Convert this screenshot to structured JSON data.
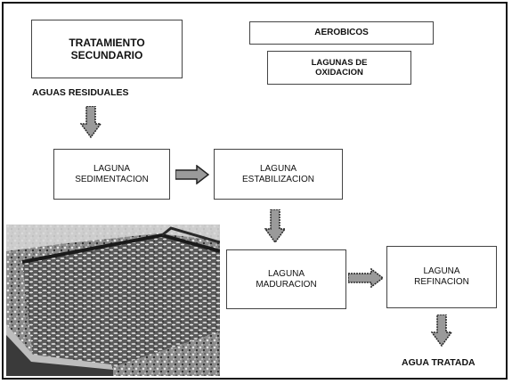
{
  "boxes": {
    "secondary_treatment": [
      "TRATAMIENTO",
      "SECUNDARIO"
    ],
    "aerobicos": [
      "AEROBICOS"
    ],
    "oxidation_lagoons": [
      "LAGUNAS DE",
      "OXIDACION"
    ],
    "sedimentation": [
      "LAGUNA",
      "SEDIMENTACION"
    ],
    "stabilization": [
      "LAGUNA",
      "ESTABILIZACION"
    ],
    "maturation": [
      "LAGUNA",
      "MADURACION"
    ],
    "refinement": [
      "LAGUNA",
      "REFINACION"
    ]
  },
  "labels": {
    "input": "AGUAS RESIDUALES",
    "output": "AGUA TRATADA"
  },
  "colors": {
    "border": "#444444",
    "arrow_fill": "#9a9a9a",
    "arrow_stroke": "#222222"
  },
  "image": {
    "icon": "lagoon-photo",
    "description_visible": false
  }
}
